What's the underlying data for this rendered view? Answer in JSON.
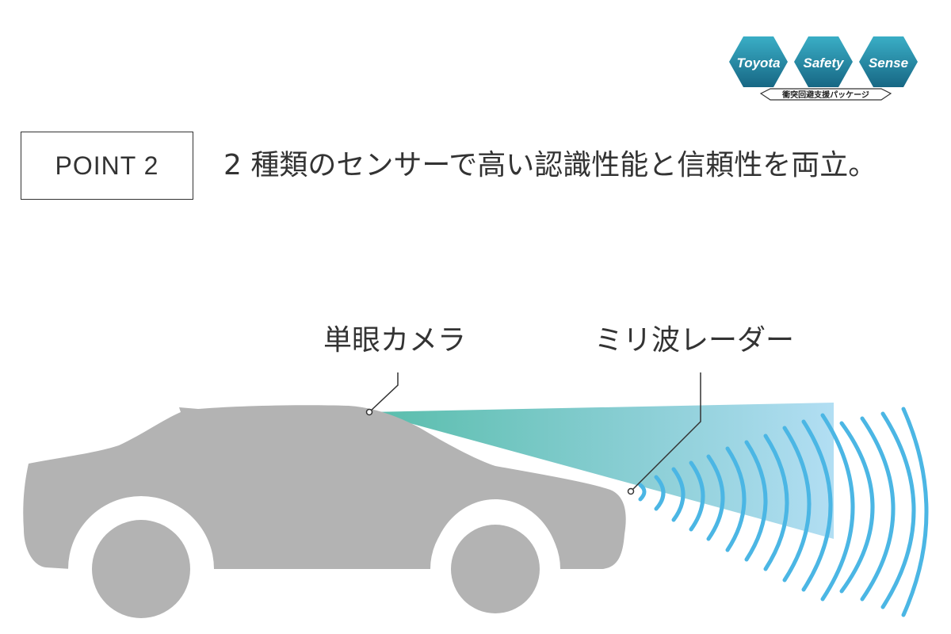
{
  "logo": {
    "words": [
      "Toyota",
      "Safety",
      "Sense"
    ],
    "tagline": "衝突回避支援パッケージ",
    "colors": {
      "hex_top": "#2a9bb5",
      "hex_bottom": "#1d6f8a",
      "tagline_border": "#333333"
    }
  },
  "point_box": {
    "label": "POINT 2"
  },
  "headline": "2 種類のセンサーで高い認識性能と信頼性を両立。",
  "diagram": {
    "camera_label": "単眼カメラ",
    "radar_label": "ミリ波レーダー",
    "colors": {
      "car_body": "#b3b3b3",
      "wheel_tire": "#b3b3b3",
      "camera_beam_start": "#5cbfae",
      "camera_beam_end": "#a6daf2",
      "radar_waves": "#4fb9e6",
      "leader_line": "#333333"
    }
  }
}
